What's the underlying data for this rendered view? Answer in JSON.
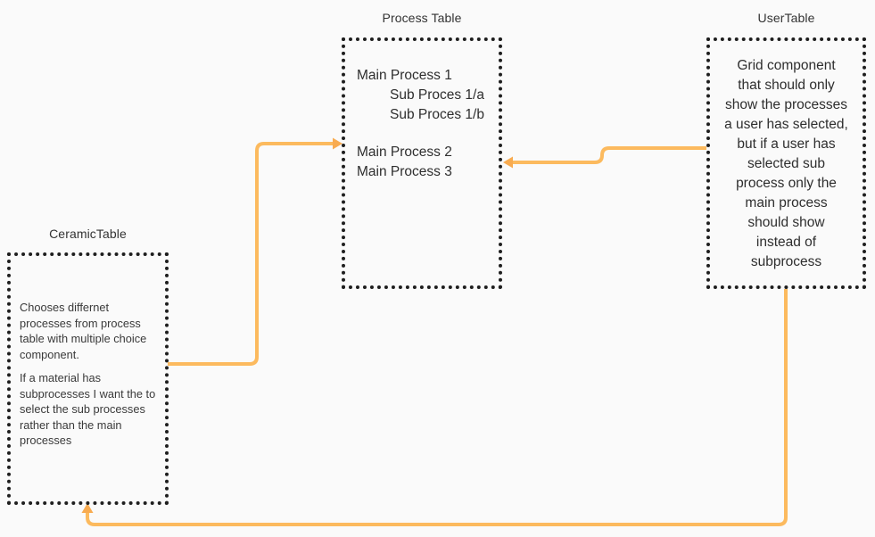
{
  "canvas": {
    "background": "#fafafa",
    "connector_color": "#fcba5e",
    "arrow_color": "#f8ab50",
    "node_border_color": "#1f1f1f"
  },
  "nodes": {
    "ceramic_table": {
      "title": "CeramicTable",
      "paragraph_1": "Chooses differnet\nprocesses from process\ntable with multiple choice\ncomponent.",
      "paragraph_2": "If a material has\nsubprocesses I want the to\nselect the sub processes\nrather than the main\nprocesses"
    },
    "process_table": {
      "title": "Process Table",
      "items": [
        {
          "label": "Main Process 1"
        },
        {
          "label": "Sub Proces 1/a"
        },
        {
          "label": "Sub Proces 1/b"
        },
        {
          "label": "Main Process 2"
        },
        {
          "label": "Main Process 3"
        }
      ]
    },
    "user_table": {
      "title": "UserTable",
      "description": "Grid component\nthat should only\nshow the processes\na user has selected,\nbut if a user has\nselected sub\nprocess only the\nmain process\nshould show\ninstead of\nsubprocess"
    }
  }
}
